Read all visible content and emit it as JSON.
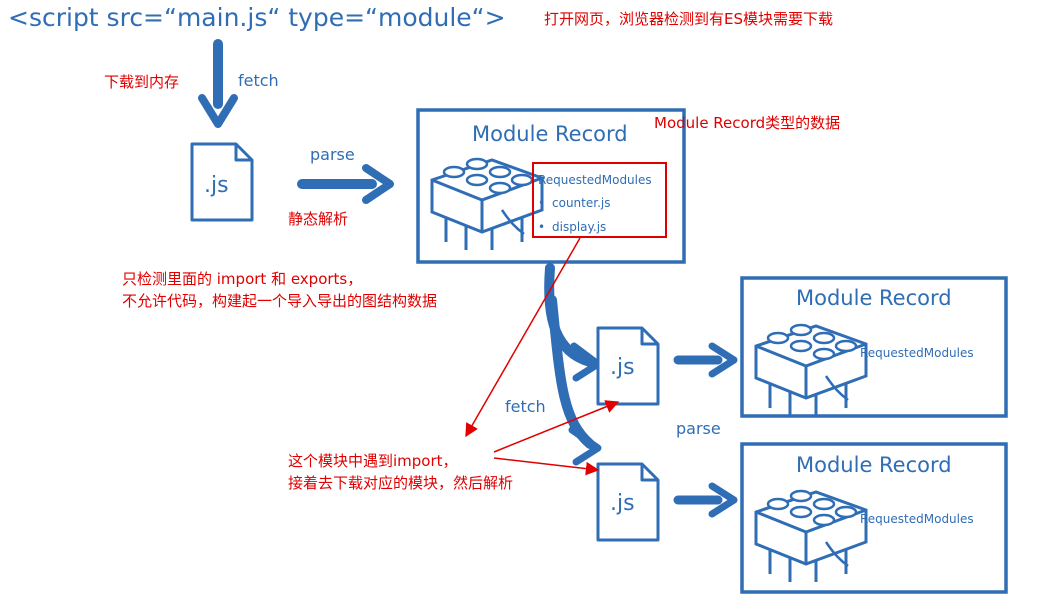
{
  "script_tag": "<script src=“main.js“ type=“module“>",
  "notes": {
    "open_page": "打开网页，浏览器检测到有ES模块需要下载",
    "download_to_memory": "下载到内存",
    "static_parse": "静态解析",
    "record_type": "Module Record类型的数据",
    "only_detect_line1": "只检测里面的 import 和 exports，",
    "only_detect_line2": "不允许代码，构建起一个导入导出的图结构数据",
    "encounter_line1": "这个模块中遇到import，",
    "encounter_line2": "接着去下载对应的模块，然后解析"
  },
  "labels": {
    "fetch": "fetch",
    "parse": "parse",
    "js_file": ".js",
    "module_record": "Module Record",
    "requested_modules": "RequestedModules",
    "dep_1": "counter.js",
    "dep_2": "display.js",
    "bullet": "•"
  },
  "colors": {
    "diagram_blue": "#2f6db5",
    "annotation_red": "#e00000"
  }
}
